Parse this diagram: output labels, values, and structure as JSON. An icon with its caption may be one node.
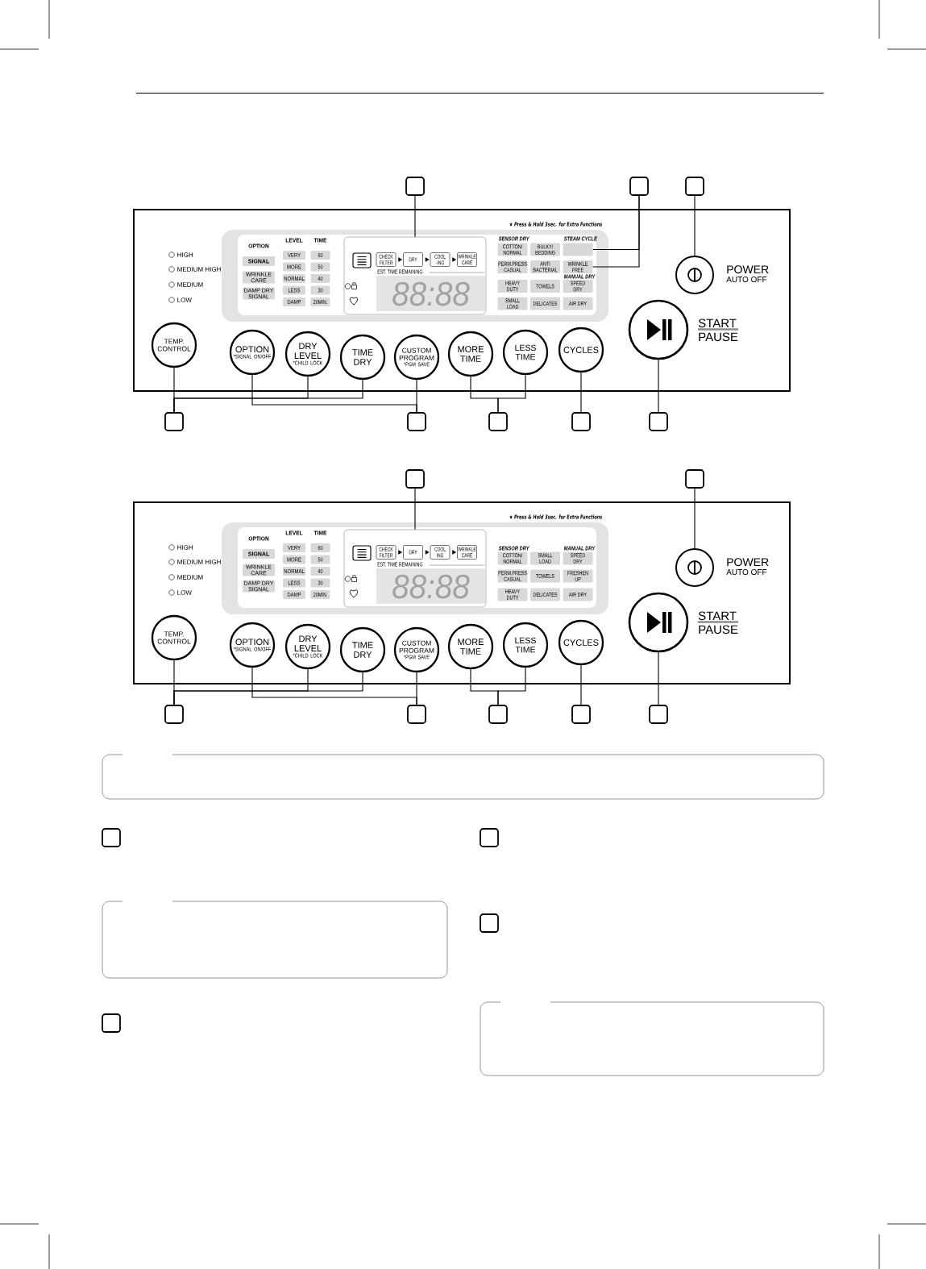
{
  "diagram": {
    "nodes": [
      {
        "text": [],
        "shape": "box"
      },
      {
        "text": [],
        "shape": "box"
      },
      {
        "text": [],
        "shape": "box"
      },
      {
        "text": [],
        "shape": "box"
      },
      {
        "text": [
          "SIGNAL"
        ],
        "in": 3
      },
      {
        "text": [
          "WRINKLE CARE"
        ],
        "in": 3
      },
      {
        "text": [
          "DAMP DRY SIGNAL"
        ],
        "in": 3
      },
      {
        "text": [
          "VERY"
        ],
        "in": 3
      },
      {
        "text": [
          "60"
        ],
        "in": 3
      },
      {
        "text": [
          "MORE"
        ],
        "in": 3
      },
      {
        "text": [
          "50"
        ],
        "in": 3
      },
      {
        "text": [
          "NORMAL"
        ],
        "in": 3
      },
      {
        "text": [
          "40"
        ],
        "in": 3
      },
      {
        "text": [
          "LESS"
        ],
        "in": 3
      },
      {
        "text": [
          "30"
        ],
        "in": 3
      },
      {
        "text": [
          "DAMP"
        ],
        "in": 3
      },
      {
        "text": [
          "20MIN."
        ],
        "in": 3
      },
      {
        "text": [
          "EST. TIME REMAINING"
        ],
        "in": 3
      },
      {
        "text": [
          "CHECK FILTER"
        ],
        "in": 17
      },
      {
        "text": [
          "DRY"
        ],
        "in": 17
      },
      {
        "text": [
          "COOL -ING"
        ],
        "in": 17
      },
      {
        "text": [
          "WRINKLE CARE"
        ],
        "in": 17
      },
      {
        "text": [
          "88:88"
        ],
        "in": 17
      },
      {
        "text": [
          "COTTON/ NORMAL"
        ],
        "in": 3
      },
      {
        "text": [
          "BULKY/ BEDDING"
        ],
        "in": 3
      },
      {
        "text": [],
        "shape": "box",
        "in": 3
      },
      {
        "text": [
          "PERM.PRESS",
          "CASUAL"
        ],
        "in": 3
      },
      {
        "text": [
          "ANTI BACTERIAL"
        ],
        "in": 3
      },
      {
        "text": [
          "WRINKLE FREE"
        ],
        "in": 3
      },
      {
        "text": [
          "HEAVY DUTY"
        ],
        "in": 3
      },
      {
        "text": [
          "TOWELS"
        ],
        "in": 3
      },
      {
        "text": [
          "SPEED DRY"
        ],
        "in": 3
      },
      {
        "text": [
          "SMALL LOAD"
        ],
        "in": 3
      },
      {
        "text": [
          "DELICATES"
        ],
        "in": 3
      },
      {
        "text": [
          "AIR DRY"
        ],
        "in": 3
      },
      {
        "text": [],
        "shape": "circle",
        "beside": [
          "POWER",
          "AUTO OFF"
        ],
        "in": 3
      },
      {
        "text": [],
        "shape": "circle",
        "beside": [
          "START",
          "PAUSE"
        ],
        "in": 3
      },
      {
        "text": [
          "TEMP. CONTROL"
        ],
        "in": 3
      },
      {
        "text": [
          "OPTION",
          "*SIGNAL ON/OFF"
        ],
        "in": 3
      },
      {
        "text": [
          "DRY LEVEL",
          "*CHILD LOCK"
        ],
        "in": 3
      },
      {
        "text": [
          "TIME DRY"
        ],
        "in": 3
      },
      {
        "text": [
          "CUSTOM PROGRAM",
          "*PGM SAVE"
        ],
        "in": 3
      },
      {
        "text": [
          "MORE TIME"
        ],
        "in": 3
      },
      {
        "text": [
          "LESS TIME"
        ],
        "in": 3
      },
      {
        "text": [
          "CYCLES"
        ],
        "in": 3
      },
      {
        "text": [],
        "shape": "box"
      },
      {
        "text": [],
        "shape": "box"
      },
      {
        "text": [],
        "shape": "box"
      },
      {
        "text": [],
        "shape": "box"
      },
      {
        "text": [],
        "shape": "box"
      },
      {
        "text": [],
        "shape": "box"
      },
      {
        "text": [],
        "shape": "box"
      },
      {
        "text": [],
        "shape": "box"
      },
      {
        "text": [
          "SIGNAL"
        ],
        "in": 52
      },
      {
        "text": [
          "WRINKLE CARE"
        ],
        "in": 52
      },
      {
        "text": [
          "DAMP DRY SIGNAL"
        ],
        "in": 52
      },
      {
        "text": [
          "VERY"
        ],
        "in": 52
      },
      {
        "text": [
          "60"
        ],
        "in": 52
      },
      {
        "text": [
          "MORE"
        ],
        "in": 52
      },
      {
        "text": [
          "50"
        ],
        "in": 52
      },
      {
        "text": [
          "NORMAL"
        ],
        "in": 52
      },
      {
        "text": [
          "40"
        ],
        "in": 52
      },
      {
        "text": [
          "LESS"
        ],
        "in": 52
      },
      {
        "text": [
          "30"
        ],
        "in": 52
      },
      {
        "text": [
          "DAMP"
        ],
        "in": 52
      },
      {
        "text": [
          "20MIN."
        ],
        "in": 52
      },
      {
        "text": [
          "EST. TIME REMAINING"
        ],
        "in": 52
      },
      {
        "text": [
          "CHECK FILTER"
        ],
        "in": 66
      },
      {
        "text": [
          "DRY"
        ],
        "in": 66
      },
      {
        "text": [
          "COOL ING"
        ],
        "in": 66
      },
      {
        "text": [
          "WRINKLE CARE"
        ],
        "in": 66
      },
      {
        "text": [
          "88:88"
        ],
        "in": 66
      },
      {
        "text": [
          "COTTON/ NORMAL"
        ],
        "in": 52
      },
      {
        "text": [
          "SMALL LOAD"
        ],
        "in": 52
      },
      {
        "text": [
          "SPEED DRY"
        ],
        "in": 52
      },
      {
        "text": [
          "PERM.PRESS",
          "CASUAL"
        ],
        "in": 52
      },
      {
        "text": [
          "TOWELS"
        ],
        "in": 52
      },
      {
        "text": [
          "FRESHEN UP"
        ],
        "in": 52
      },
      {
        "text": [
          "HEAVY DUTY"
        ],
        "in": 52
      },
      {
        "text": [
          "DELICATES"
        ],
        "in": 52
      },
      {
        "text": [
          "AIR DRY"
        ],
        "in": 52
      },
      {
        "text": [],
        "shape": "circle",
        "beside": [
          "POWER",
          "AUTO OFF"
        ],
        "in": 52
      },
      {
        "text": [],
        "shape": "circle",
        "beside": [
          "START",
          "PAUSE"
        ],
        "in": 52
      },
      {
        "text": [
          "TEMP. CONTROL"
        ],
        "in": 52
      },
      {
        "text": [
          "OPTION",
          "*SIGNAL ON/OFF"
        ],
        "in": 52
      },
      {
        "text": [
          "DRY LEVEL",
          "*CHILD LOCK"
        ],
        "in": 52
      },
      {
        "text": [
          "TIME DRY"
        ],
        "in": 52
      },
      {
        "text": [
          "CUSTOM PROGRAM",
          "*PGM SAVE"
        ],
        "in": 52
      },
      {
        "text": [
          "MORE TIME"
        ],
        "in": 52
      },
      {
        "text": [
          "LESS TIME"
        ],
        "in": 52
      },
      {
        "text": [
          "CYCLES"
        ],
        "in": 52
      },
      {
        "text": [],
        "shape": "box"
      },
      {
        "text": [],
        "shape": "box"
      },
      {
        "text": [],
        "shape": "box"
      },
      {
        "text": [],
        "shape": "box"
      },
      {
        "text": [],
        "shape": "box"
      },
      {
        "text": [],
        "shape": "box"
      },
      {
        "text": [],
        "shape": "box"
      },
      {
        "text": [],
        "shape": "box"
      },
      {
        "text": [],
        "shape": "box"
      }
    ],
    "edges": [
      {
        "from": 18,
        "to": 19,
        "arrow": "to"
      },
      {
        "from": 19,
        "to": 20,
        "arrow": "to"
      },
      {
        "from": 20,
        "to": 21,
        "arrow": "to"
      },
      {
        "from": 0,
        "to": 17,
        "arrow": "none"
      },
      {
        "from": 1,
        "to": 25,
        "arrow": "none"
      },
      {
        "from": 1,
        "to": 28,
        "arrow": "none"
      },
      {
        "from": 2,
        "to": 35,
        "arrow": "none"
      },
      {
        "from": 45,
        "to": 37,
        "arrow": "none"
      },
      {
        "from": 45,
        "to": 39,
        "arrow": "none"
      },
      {
        "from": 45,
        "to": 40,
        "arrow": "none"
      },
      {
        "from": 46,
        "to": 38,
        "arrow": "none"
      },
      {
        "from": 46,
        "to": 41,
        "arrow": "none"
      },
      {
        "from": 47,
        "to": 42,
        "arrow": "none"
      },
      {
        "from": 47,
        "to": 43,
        "arrow": "none"
      },
      {
        "from": 48,
        "to": 44,
        "arrow": "none"
      },
      {
        "from": 49,
        "to": 36,
        "arrow": "none"
      },
      {
        "from": 67,
        "to": 68,
        "arrow": "to"
      },
      {
        "from": 68,
        "to": 69,
        "arrow": "to"
      },
      {
        "from": 69,
        "to": 70,
        "arrow": "to"
      },
      {
        "from": 50,
        "to": 66,
        "arrow": "none"
      },
      {
        "from": 51,
        "to": 81,
        "arrow": "none"
      },
      {
        "from": 91,
        "to": 83,
        "arrow": "none"
      },
      {
        "from": 91,
        "to": 85,
        "arrow": "none"
      },
      {
        "from": 91,
        "to": 86,
        "arrow": "none"
      },
      {
        "from": 92,
        "to": 84,
        "arrow": "none"
      },
      {
        "from": 92,
        "to": 87,
        "arrow": "none"
      },
      {
        "from": 93,
        "to": 88,
        "arrow": "none"
      },
      {
        "from": 93,
        "to": 89,
        "arrow": "none"
      },
      {
        "from": 94,
        "to": 90,
        "arrow": "none"
      },
      {
        "from": 95,
        "to": 82,
        "arrow": "none"
      }
    ],
    "labels": [
      "★ Press & Hold 3sec. for Extra Functions",
      "HIGH",
      "MEDIUM HIGH",
      "MEDIUM",
      "LOW",
      "OPTION",
      "LEVEL",
      "TIME",
      "SENSOR DRY",
      "STEAM CYCLE",
      "MANUAL DRY",
      "★ Press & Hold 3sec. for Extra Functions",
      "HIGH",
      "MEDIUM HIGH",
      "MEDIUM",
      "LOW",
      "OPTION",
      "LEVEL",
      "TIME",
      "SENSOR DRY",
      "MANUAL DRY"
    ]
  }
}
